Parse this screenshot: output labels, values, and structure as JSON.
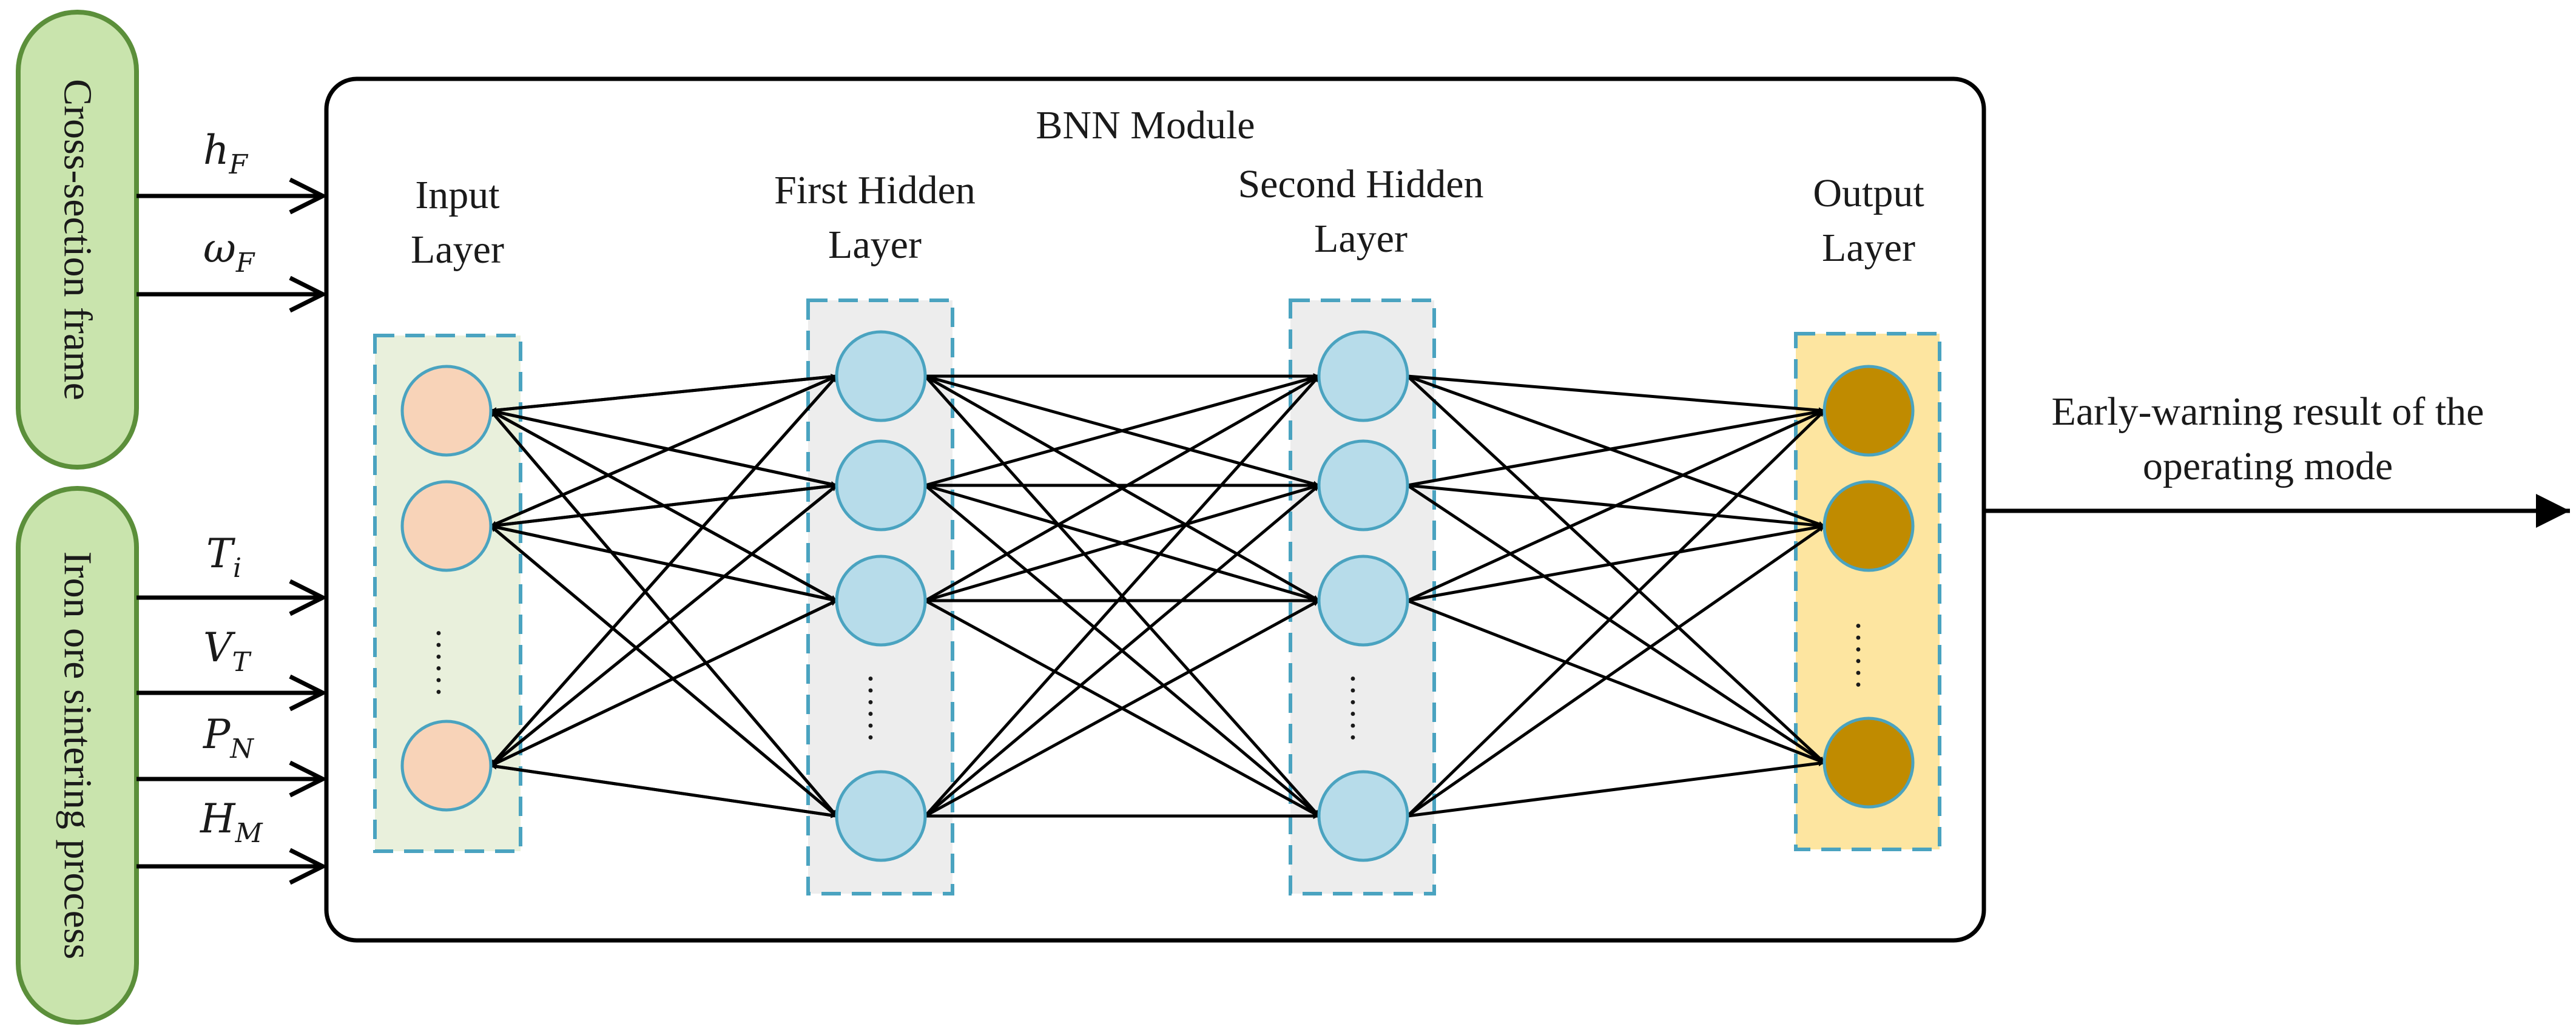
{
  "module": {
    "title": "BNN Module"
  },
  "side_inputs": [
    {
      "label": "Cross-section frame",
      "signals": [
        {
          "base": "h",
          "sub": "F"
        },
        {
          "base": "ω",
          "sub": "F"
        }
      ]
    },
    {
      "label": "Iron ore sintering process",
      "signals": [
        {
          "base": "T",
          "sub": "i"
        },
        {
          "base": "V",
          "sub": "T"
        },
        {
          "base": "P",
          "sub": "N"
        },
        {
          "base": "H",
          "sub": "M"
        }
      ]
    }
  ],
  "layers": [
    {
      "title_line1": "Input",
      "title_line2": "Layer",
      "node_color": "#f8d3b8",
      "panel_color": "#e9f0dc",
      "gap_glyph": "……"
    },
    {
      "title_line1": "First Hidden",
      "title_line2": "Layer",
      "node_color": "#b7dcea",
      "panel_color": "#ededed",
      "gap_glyph": "……"
    },
    {
      "title_line1": "Second Hidden",
      "title_line2": "Layer",
      "node_color": "#b7dcea",
      "panel_color": "#ededed",
      "gap_glyph": "……"
    },
    {
      "title_line1": "Output",
      "title_line2": "Layer",
      "node_color": "#c08b00",
      "panel_color": "#fde5a0",
      "gap_glyph": "……"
    }
  ],
  "output": {
    "line1": "Early-warning result of the",
    "line2": "operating mode"
  },
  "colors": {
    "panel_border": "#4aa3c0",
    "node_border": "#4aa3c0",
    "side_box_fill": "#c9e4ad",
    "side_box_border": "#5b8f3a",
    "stroke": "#000000"
  }
}
